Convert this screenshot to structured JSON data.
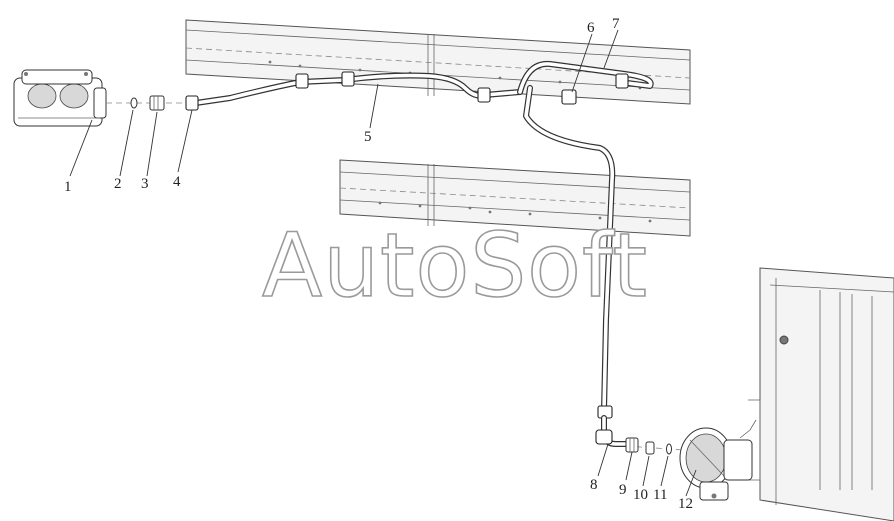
{
  "watermark": {
    "text": "AutoSoft"
  },
  "callouts": [
    {
      "id": "1",
      "label": "1"
    },
    {
      "id": "2",
      "label": "2"
    },
    {
      "id": "3",
      "label": "3"
    },
    {
      "id": "4",
      "label": "4"
    },
    {
      "id": "5",
      "label": "5"
    },
    {
      "id": "6",
      "label": "6"
    },
    {
      "id": "7",
      "label": "7"
    },
    {
      "id": "8",
      "label": "8"
    },
    {
      "id": "9",
      "label": "9"
    },
    {
      "id": "10",
      "label": "10"
    },
    {
      "id": "11",
      "label": "11"
    },
    {
      "id": "12",
      "label": "12"
    }
  ]
}
